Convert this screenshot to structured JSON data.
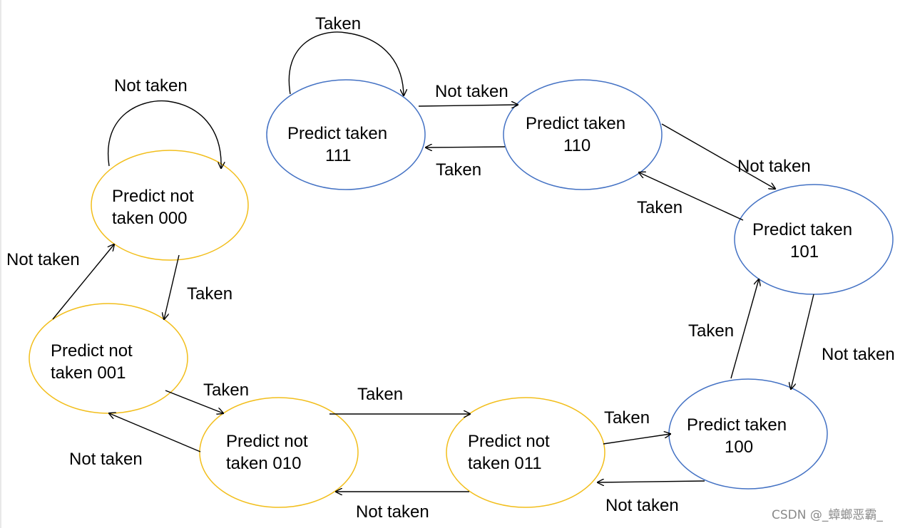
{
  "colors": {
    "predict_not_taken": "#F2BE1B",
    "predict_taken": "#4472C4",
    "arrow": "#000000",
    "watermark": "#8a8a8a"
  },
  "states": {
    "s111": {
      "line1": "Predict taken",
      "line2": "111"
    },
    "s110": {
      "line1": "Predict taken",
      "line2": "110"
    },
    "s101": {
      "line1": "Predict taken",
      "line2": "101"
    },
    "s100": {
      "line1": "Predict taken",
      "line2": "100"
    },
    "s000": {
      "line1": "Predict not",
      "line2": "taken 000"
    },
    "s001": {
      "line1": "Predict not",
      "line2": "taken 001"
    },
    "s010": {
      "line1": "Predict not",
      "line2": "taken 010"
    },
    "s011": {
      "line1": "Predict not",
      "line2": "taken 011"
    }
  },
  "edges": {
    "e111_self": "Taken",
    "e111_110": "Not taken",
    "e110_111": "Taken",
    "e110_101": "Not taken",
    "e101_110": "Taken",
    "e101_100": "Not taken",
    "e100_101": "Taken",
    "e100_011": "Not taken",
    "e011_100": "Taken",
    "e011_010": "Not taken",
    "e010_011": "Taken",
    "e010_001": "Not taken",
    "e001_010": "Taken",
    "e001_000": "Not taken",
    "e000_001": "Taken",
    "e000_self": "Not taken"
  },
  "watermark": "CSDN @_蟑螂恶霸_"
}
